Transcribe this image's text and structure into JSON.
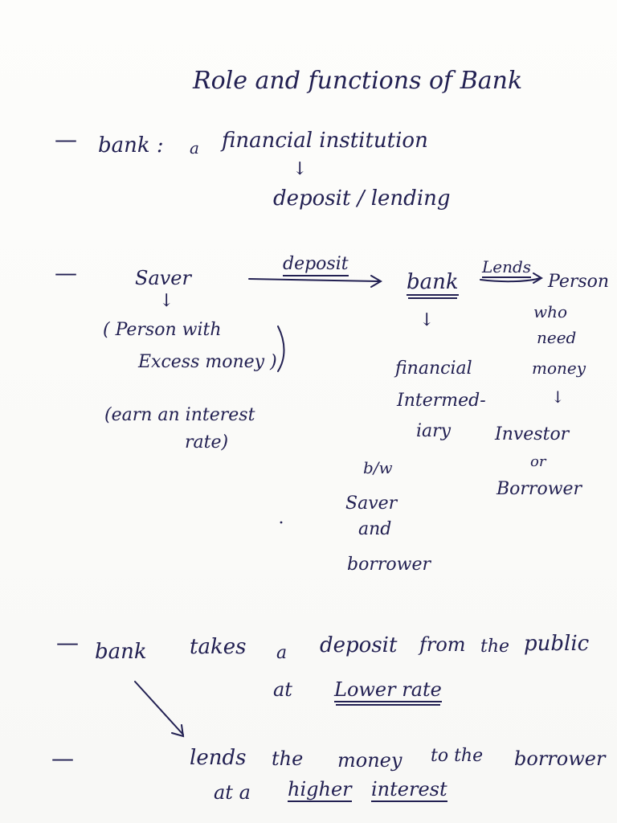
{
  "title": "Role and functions of Bank",
  "bullets": {
    "dash": "—"
  },
  "definition": {
    "label": "bank :",
    "article": "a",
    "text": "financial institution",
    "arrow": "↓",
    "result": "deposit / lending"
  },
  "flow": {
    "saver": "Saver",
    "saver_arrow": "↓",
    "saver_desc_line1": "( Person with",
    "saver_desc_line2": "Excess money )",
    "saver_earn_line1": "(earn an interest",
    "saver_earn_line2": "rate)",
    "deposit_label": "deposit",
    "bank": "bank",
    "bank_arrow": "↓",
    "lends_label": "Lends",
    "person_line1": "Person",
    "person_line2": "who",
    "person_line3": "need",
    "person_line4": "money",
    "person_arrow": "↓",
    "investor": "Investor",
    "or": "or",
    "borrower": "Borrower",
    "intermediary_line1": "financial",
    "intermediary_line2": "Intermed-",
    "intermediary_line3": "iary",
    "bw_line1": "b/w",
    "bw_line2": "Saver",
    "bw_line3": "and",
    "bw_line4": "borrower"
  },
  "summary": {
    "line1_a": "bank",
    "line1_b": "takes",
    "line1_c": "a",
    "line1_d": "deposit",
    "line1_e": "from",
    "line1_f": "the",
    "line1_g": "public",
    "line2_a": "at",
    "line2_b": "Lower rate",
    "line3_a": "lends",
    "line3_b": "the",
    "line3_c": "money",
    "line3_d": "to the",
    "line3_e": "borrower",
    "line4_a": "at a",
    "line4_b": "higher",
    "line4_c": "interest"
  },
  "colors": {
    "ink": "#222052",
    "paper": "#fbfbf9"
  }
}
